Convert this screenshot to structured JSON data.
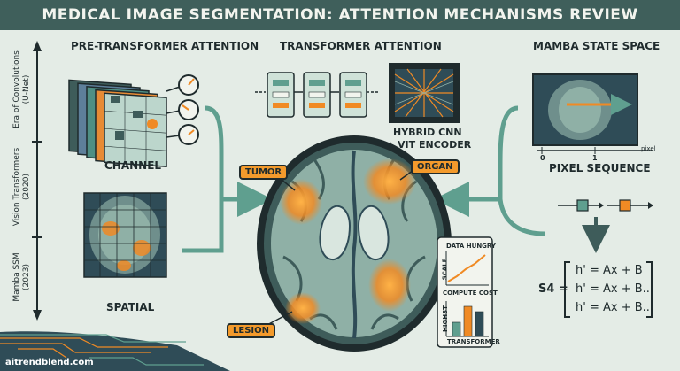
{
  "title": "MEDICAL IMAGE SEGMENTATION: ATTENTION MECHANISMS REVIEW",
  "sections": {
    "pre_transformer": "PRE-TRANSFORMER ATTENTION",
    "transformer": "TRANSFORMER ATTENTION",
    "mamba": "MAMBA STATE SPACE"
  },
  "timeline": {
    "era1_line1": "Era of Convolutions",
    "era1_line2": "(U-Net)",
    "era2_line1": "Vision Transformers",
    "era2_line2": "(2020)",
    "era3_line1": "Mamba SSM",
    "era3_line2": "(2023)"
  },
  "labels": {
    "channel": "CHANNEL",
    "spatial": "SPATIAL",
    "hybrid_line1": "HYBRID CNN",
    "hybrid_line2": "+ VIT ENCODER",
    "pixel_sequence": "PIXEL SEQUENCE",
    "axis_start": "0",
    "axis_mid": "1",
    "axis_end": "pixel"
  },
  "badges": {
    "tumor": "TUMOR",
    "organ": "ORGAN",
    "lesion": "LESION"
  },
  "cost_panel": {
    "top_title": "DATA HUNGRY",
    "top_axis": "SCALE",
    "middle_title": "COMPUTE COST",
    "bottom_axis": "HIGHST",
    "bottom_title": "TRANSFORMER"
  },
  "equations": {
    "prefix": "S4 =",
    "line1": "h' = Ax + B",
    "line2": "h' = Ax + B...",
    "line3": "h' = Ax + B..."
  },
  "footer": "aitrendblend.com",
  "colors": {
    "banner": "#3f5f5b",
    "accent_orange": "#f39a2c",
    "teal": "#5f9f8f",
    "background": "#e4ece6",
    "ink": "#1f2b2d"
  }
}
